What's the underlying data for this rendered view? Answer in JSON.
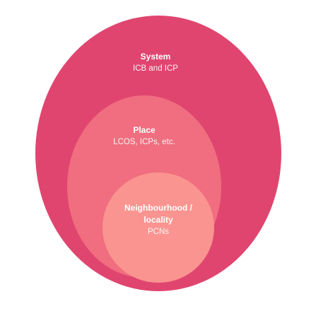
{
  "diagram": {
    "rings": [
      {
        "title": "System",
        "subtitle": "ICB and ICP",
        "color": "#e0456f"
      },
      {
        "title": "Place",
        "subtitle": "LCOS, ICPs, etc.",
        "color": "#f06e7f"
      },
      {
        "title_line1": "Neighbourhood /",
        "title_line2": "locality",
        "subtitle": "PCNs",
        "color": "#fa9490"
      }
    ]
  }
}
